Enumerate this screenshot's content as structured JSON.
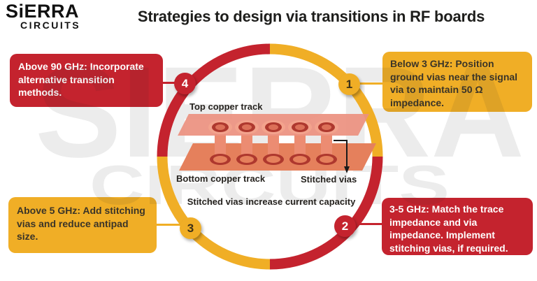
{
  "colors": {
    "red": "#C4232E",
    "yellow": "#F0AE26",
    "dark_text": "#3A3428",
    "title_text": "#1D1D1B",
    "white_text": "#FFFFFF",
    "watermark": "rgba(40,40,40,0.09)",
    "copper_top": "#EC9180",
    "copper_bottom": "#E5805C",
    "via_barrel": "#EC8C72",
    "via_halo": "#F3A38D",
    "via_ring": "#AE382E",
    "via_core": "#DC7058",
    "arrow": "#1A1A1A"
  },
  "logo": {
    "line1": "SiERRA",
    "line2": "CIRCUITS"
  },
  "title": "Strategies to design via transitions in RF boards",
  "watermark": {
    "line1": "SIERRA",
    "line2": "CIRCUITS"
  },
  "callouts": [
    {
      "num": "1",
      "color": "yellow",
      "text": "Below 3 GHz: Position ground vias near the signal via to maintain 50 Ω impedance."
    },
    {
      "num": "2",
      "color": "red",
      "text": "3-5 GHz: Match the trace impedance and via impedance. Implement stitching vias, if required."
    },
    {
      "num": "3",
      "color": "yellow",
      "text": "Above 5 GHz: Add stitching vias and reduce antipad size."
    },
    {
      "num": "4",
      "color": "red",
      "text": "Above 90 GHz: Incorporate alternative transition methods."
    }
  ],
  "diagram": {
    "top_label": "Top copper track",
    "bottom_label": "Bottom copper track",
    "stitched_label": "Stitched vias",
    "caption": "Stitched vias increase current capacity"
  }
}
